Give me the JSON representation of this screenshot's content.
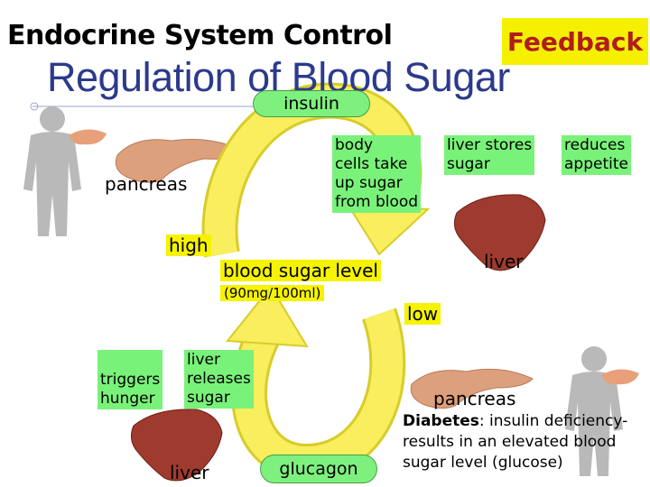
{
  "header": {
    "title": "Endocrine System Control",
    "subtitle": "Regulation of Blood Sugar",
    "feedback": "Feedback"
  },
  "labels": {
    "insulin": "insulin",
    "glucagon": "glucagon",
    "pancreas_top": "pancreas",
    "pancreas_bottom": "pancreas",
    "liver_top": "liver",
    "liver_bottom": "liver",
    "high": "high",
    "low": "low",
    "blood_sugar_level": "blood sugar level",
    "range": "(90mg/100ml)",
    "body_cells": [
      "body",
      "cells take",
      "up sugar",
      "from blood"
    ],
    "liver_stores": [
      "liver stores",
      "sugar"
    ],
    "reduces_appetite": [
      "reduces",
      "appetite"
    ],
    "triggers_hunger": [
      "triggers",
      "hunger"
    ],
    "liver_releases": [
      "liver",
      "releases",
      "sugar"
    ]
  },
  "diabetes": {
    "term": "Diabetes",
    "text_1": ": insulin deficiency-",
    "text_2": "results in an elevated blood",
    "text_3": "sugar level (glucose)"
  },
  "colors": {
    "arrow": "#f8ee5e",
    "arrow_outline": "#d8cc2a",
    "green_box": "#79f279",
    "yellow_box": "#f5f300",
    "title_blue": "#2c3a8c",
    "feedback_red": "#b11c1c"
  },
  "icons": [
    "human-silhouette-icon",
    "pancreas-icon",
    "liver-icon"
  ]
}
